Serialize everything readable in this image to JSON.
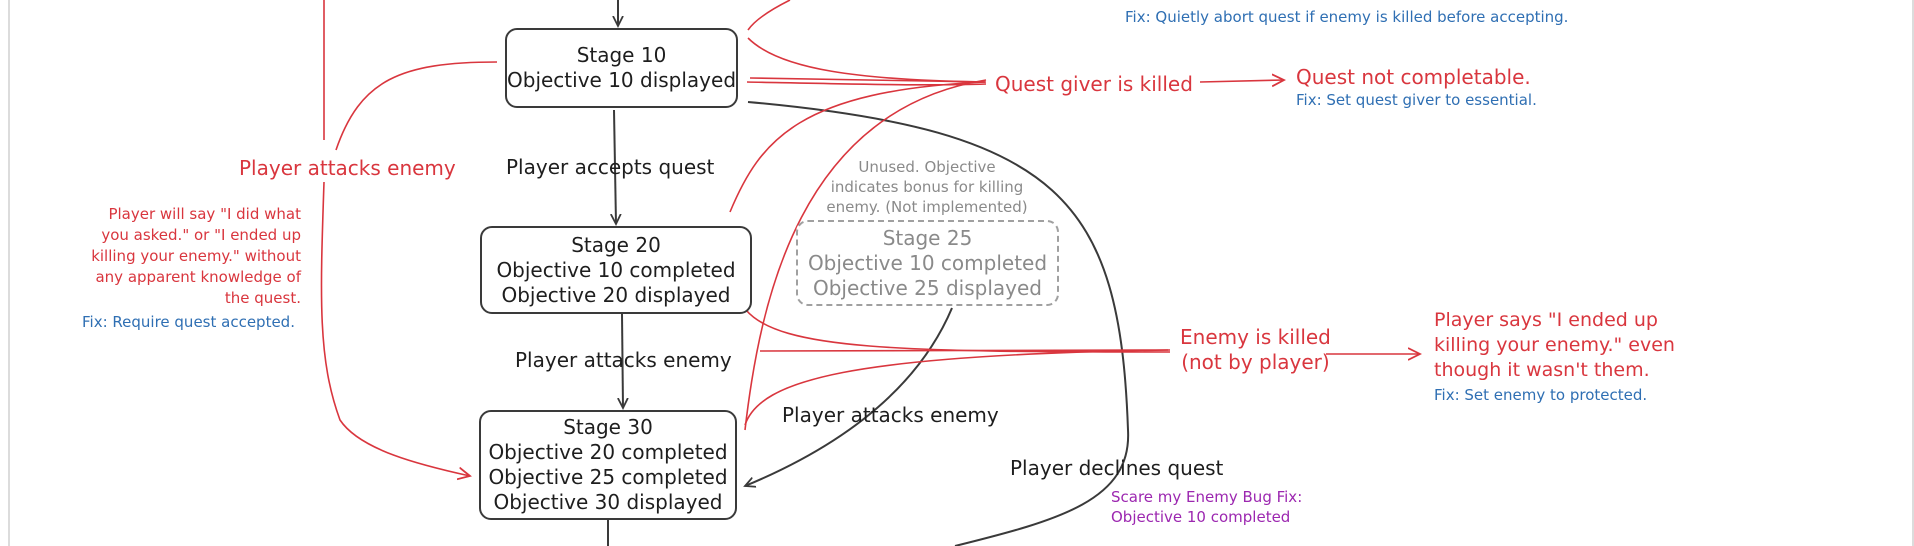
{
  "stages": {
    "stage10": [
      "Stage 10",
      "Objective 10 displayed"
    ],
    "stage20": [
      "Stage 20",
      "Objective 10 completed",
      "Objective 20 displayed"
    ],
    "stage25": [
      "Stage 25",
      "Objective 10 completed",
      "Objective 25 displayed"
    ],
    "stage30": [
      "Stage 30",
      "Objective 20 completed",
      "Objective 25 completed",
      "Objective 30 displayed"
    ]
  },
  "transitions": {
    "accepts": "Player accepts quest",
    "attacks_20_30": "Player attacks enemy",
    "attacks_25_30": "Player attacks enemy",
    "declines": "Player declines quest",
    "attacks_left": "Player attacks enemy"
  },
  "unused_note": [
    "Unused. Objective",
    "indicates bonus for killing",
    "enemy. (Not implemented)"
  ],
  "left_note": [
    "Player will say \"I did what",
    "you asked.\" or \"I ended up",
    "killing your enemy.\" without",
    "any apparent knowledge of",
    "the quest."
  ],
  "left_fix": "Fix: Require quest accepted.",
  "top_fix": "Fix: Quietly abort quest if enemy is killed before accepting.",
  "quest_giver": {
    "event": "Quest giver is killed",
    "result": "Quest not completable.",
    "fix": "Fix: Set quest giver to essential."
  },
  "enemy_killed": {
    "event": [
      "Enemy is killed",
      "(not by player)"
    ],
    "result": [
      "Player says \"I ended up",
      "killing your enemy.\" even",
      "though it wasn't them."
    ],
    "fix": "Fix: Set enemy to protected."
  },
  "scare_fix": [
    "Scare my Enemy Bug Fix:",
    "Objective 10 completed"
  ],
  "colors": {
    "red": "#d9363e",
    "blue": "#2f6fb3",
    "purple": "#9c27b0",
    "grey": "#8a8a8a",
    "ink": "#3a3a3a"
  }
}
